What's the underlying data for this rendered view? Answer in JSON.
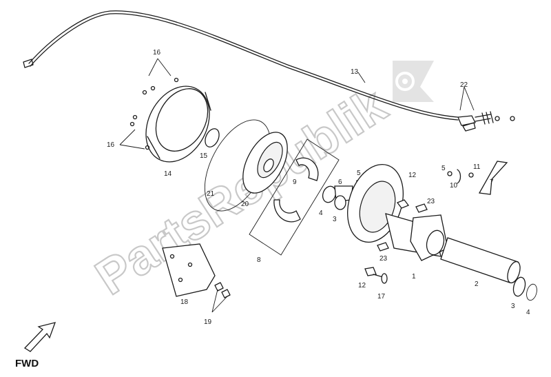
{
  "watermark": {
    "text": "PartsRepublik"
  },
  "direction_label": "FWD",
  "callouts": {
    "c1": "1",
    "c2": "2",
    "c3a": "3",
    "c3b": "3",
    "c4a": "4",
    "c4b": "4",
    "c5a": "5",
    "c5b": "5",
    "c6": "6",
    "c7": "7",
    "c8": "8",
    "c9": "9",
    "c10": "10",
    "c11": "11",
    "c12a": "12",
    "c12b": "12",
    "c13": "13",
    "c14": "14",
    "c15": "15",
    "c16a": "16",
    "c16b": "16",
    "c17": "17",
    "c18": "18",
    "c19": "19",
    "c20": "20",
    "c21": "21",
    "c22": "22",
    "c23a": "23",
    "c23b": "23"
  }
}
